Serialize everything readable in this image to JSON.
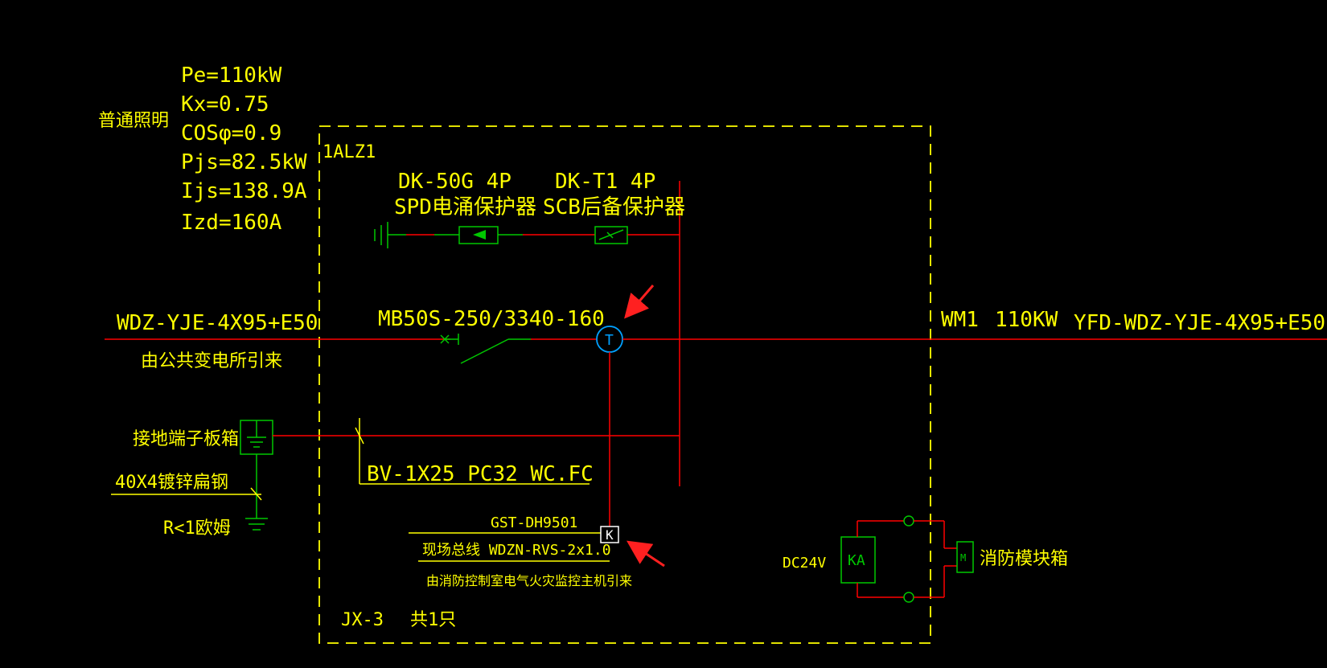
{
  "load_summary": {
    "category": "普通照明",
    "pe": "Pe=110kW",
    "kx": "Kx=0.75",
    "cos": "COSφ=0.9",
    "pjs": "Pjs=82.5kW",
    "ijs": "Ijs=138.9A",
    "izd": "Izd=160A"
  },
  "panel": {
    "id": "1ALZ1",
    "model": "JX-3",
    "quantity": "共1只"
  },
  "spd": {
    "model": "DK-50G 4P",
    "name": "SPD电涌保护器"
  },
  "scb": {
    "model": "DK-T1 4P",
    "name": "SCB后备保护器"
  },
  "main_breaker": {
    "model": "MB50S-250/3340-160"
  },
  "incoming": {
    "cable": "WDZ-YJE-4X95+E50",
    "source": "由公共变电所引来"
  },
  "outgoing": {
    "circuit": "WM1",
    "power": "110KW",
    "cable": "YFD-WDZ-YJE-4X95+E50"
  },
  "grounding": {
    "terminal_box": "接地端子板箱",
    "steel": "40X4镀锌扁钢",
    "resistance": "R<1欧姆",
    "pe_wire": "BV-1X25  PC32  WC.FC"
  },
  "monitor": {
    "model": "GST-DH9501",
    "bus": "现场总线 WDZN-RVS-2x1.0",
    "source": "由消防控制室电气火灾监控主机引来",
    "t_symbol": "T",
    "k_symbol": "K"
  },
  "fire_module": {
    "voltage": "DC24V",
    "relay": "KA",
    "box_symbol": "M",
    "box_name": "消防模块箱"
  },
  "colors": {
    "text": "#ffff00",
    "power_line": "#ff0000",
    "device": "#00c800",
    "monitor": "#00a0ff",
    "arrow": "#ff2020"
  }
}
